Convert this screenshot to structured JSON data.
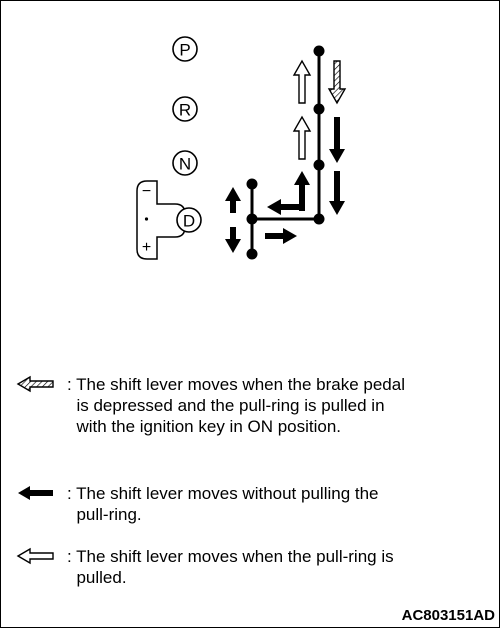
{
  "positions": {
    "p": "P",
    "r": "R",
    "n": "N",
    "d": "D"
  },
  "manual_gate": {
    "minus": "−",
    "plus": "+"
  },
  "legend": [
    {
      "icon": "hatched-arrow-left",
      "text": ": The shift lever moves when the brake pedal\n  is depressed and the pull-ring is pulled in\n  with the ignition key in ON position."
    },
    {
      "icon": "solid-arrow-left",
      "text": ": The shift lever moves without pulling the\n  pull-ring."
    },
    {
      "icon": "outline-arrow-left",
      "text": ": The shift lever moves when the pull-ring is\n  pulled."
    }
  ],
  "figure_code": "AC803151AD",
  "colors": {
    "ink": "#000000",
    "background": "#ffffff"
  }
}
